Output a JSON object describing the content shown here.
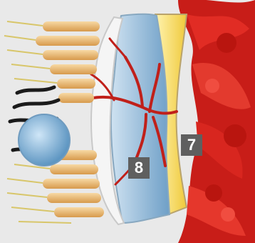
{
  "labels": [
    {
      "id": "7",
      "text": "7"
    },
    {
      "id": "8",
      "text": "8"
    }
  ],
  "colors": {
    "background": "#e9e9e9",
    "blood_vessel": "#d9201c",
    "choroid_layer": "#f1d23f",
    "fluid_layer": "#7aa7cf",
    "receptor_cells": "#f0c07a",
    "pigment": "#1a1a1a",
    "label_badge": "#5f5f5f"
  }
}
